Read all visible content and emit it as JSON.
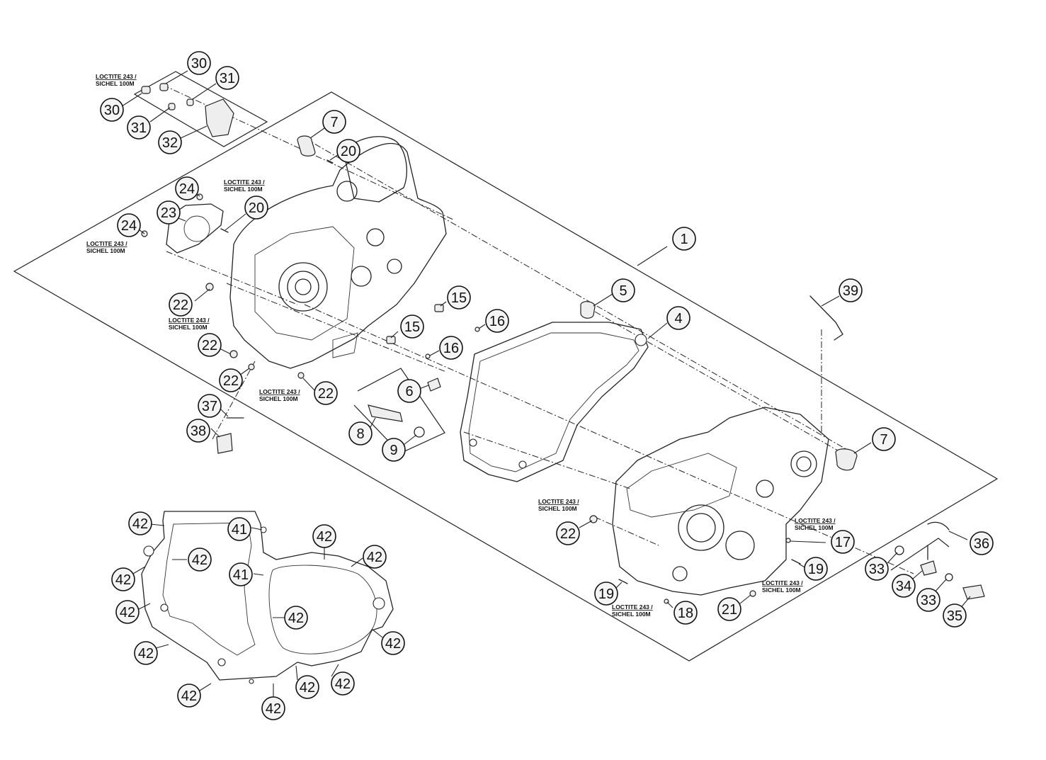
{
  "diagram": {
    "notes": {
      "loctite_line1": "LOCTITE 243 /",
      "loctite_line2": "SICHEL 100M"
    },
    "callouts": [
      {
        "label": "30"
      },
      {
        "label": "31"
      },
      {
        "label": "30"
      },
      {
        "label": "31"
      },
      {
        "label": "32"
      },
      {
        "label": "7"
      },
      {
        "label": "20"
      },
      {
        "label": "24"
      },
      {
        "label": "20"
      },
      {
        "label": "23"
      },
      {
        "label": "24"
      },
      {
        "label": "1"
      },
      {
        "label": "5"
      },
      {
        "label": "39"
      },
      {
        "label": "15"
      },
      {
        "label": "16"
      },
      {
        "label": "4"
      },
      {
        "label": "15"
      },
      {
        "label": "16"
      },
      {
        "label": "22"
      },
      {
        "label": "22"
      },
      {
        "label": "22"
      },
      {
        "label": "22"
      },
      {
        "label": "6"
      },
      {
        "label": "37"
      },
      {
        "label": "38"
      },
      {
        "label": "8"
      },
      {
        "label": "9"
      },
      {
        "label": "7"
      },
      {
        "label": "22"
      },
      {
        "label": "17"
      },
      {
        "label": "36"
      },
      {
        "label": "19"
      },
      {
        "label": "33"
      },
      {
        "label": "34"
      },
      {
        "label": "33"
      },
      {
        "label": "19"
      },
      {
        "label": "18"
      },
      {
        "label": "21"
      },
      {
        "label": "35"
      },
      {
        "label": "42"
      },
      {
        "label": "41"
      },
      {
        "label": "42"
      },
      {
        "label": "42"
      },
      {
        "label": "42"
      },
      {
        "label": "41"
      },
      {
        "label": "42"
      },
      {
        "label": "42"
      },
      {
        "label": "42"
      },
      {
        "label": "42"
      },
      {
        "label": "42"
      },
      {
        "label": "42"
      },
      {
        "label": "42"
      },
      {
        "label": "42"
      },
      {
        "label": "42"
      }
    ]
  }
}
